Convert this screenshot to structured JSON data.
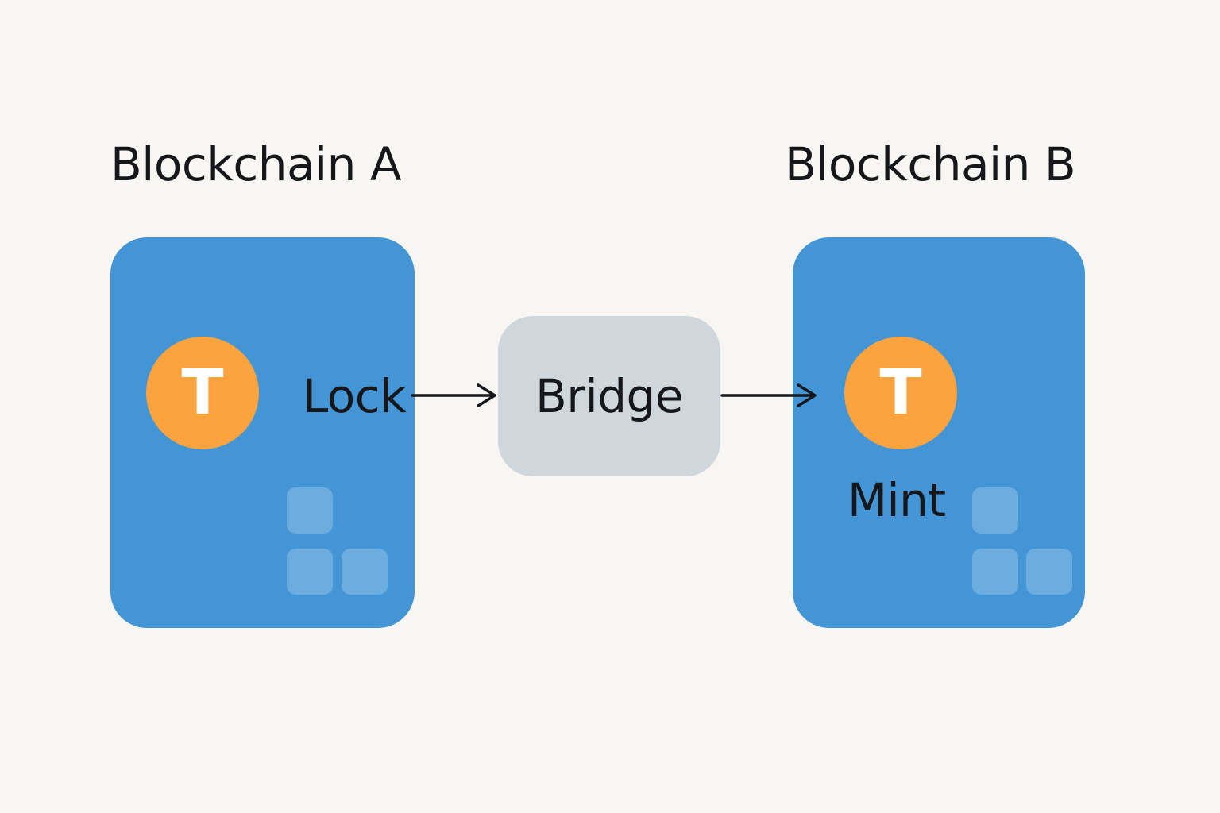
{
  "chains": {
    "a": {
      "title": "Blockchain A",
      "token_letter": "T",
      "action": "Lock"
    },
    "b": {
      "title": "Blockchain B",
      "token_letter": "T",
      "action": "Mint"
    }
  },
  "bridge": {
    "label": "Bridge"
  },
  "colors": {
    "background": "#f7f6f2",
    "chain_card": "#4395d5",
    "token": "#fba33f",
    "bridge": "#cfd6dc",
    "text": "#15171a"
  },
  "icons": {
    "token": "token-coin-icon",
    "block": "block-icon",
    "arrow": "arrow-right-icon"
  }
}
